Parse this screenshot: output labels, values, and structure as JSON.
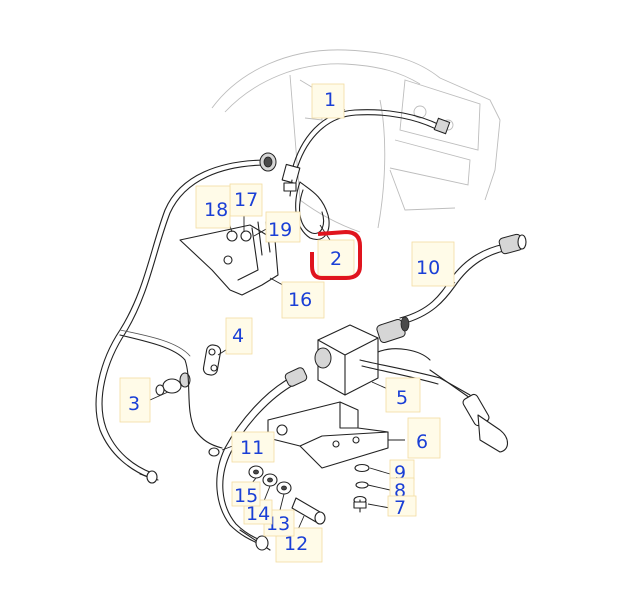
{
  "diagram": {
    "parts": [
      {
        "id": "1",
        "label": "1"
      },
      {
        "id": "2",
        "label": "2",
        "selected": true
      },
      {
        "id": "3",
        "label": "3"
      },
      {
        "id": "4",
        "label": "4"
      },
      {
        "id": "5",
        "label": "5"
      },
      {
        "id": "6",
        "label": "6"
      },
      {
        "id": "7",
        "label": "7"
      },
      {
        "id": "8",
        "label": "8"
      },
      {
        "id": "9",
        "label": "9"
      },
      {
        "id": "10",
        "label": "10"
      },
      {
        "id": "11",
        "label": "11"
      },
      {
        "id": "12",
        "label": "12"
      },
      {
        "id": "13",
        "label": "13"
      },
      {
        "id": "14",
        "label": "14"
      },
      {
        "id": "15",
        "label": "15"
      },
      {
        "id": "16",
        "label": "16"
      },
      {
        "id": "17",
        "label": "17"
      },
      {
        "id": "18",
        "label": "18"
      },
      {
        "id": "19",
        "label": "19"
      }
    ],
    "colors": {
      "label": "#1a3fd6",
      "highlight": "#e0141e",
      "hotspot_fill": "#fffbe8",
      "hotspot_border": "#f3dca0",
      "line": "#222222"
    }
  }
}
